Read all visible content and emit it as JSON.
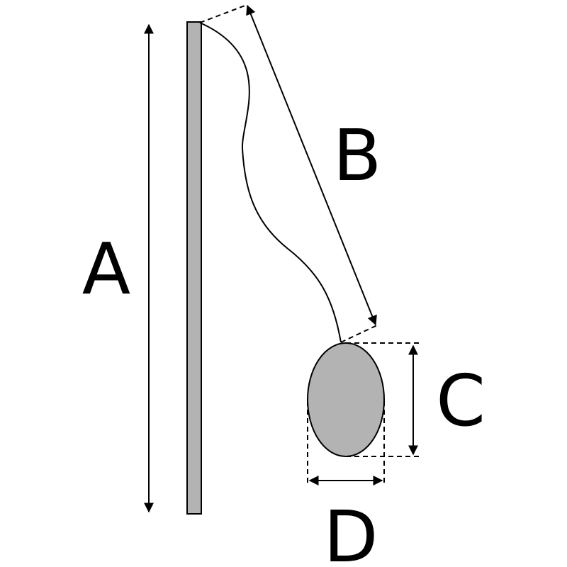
{
  "labels": {
    "a": "A",
    "b": "B",
    "c": "C",
    "d": "D"
  },
  "colors": {
    "fill": "#b3b3b3",
    "stroke": "#000000",
    "background": "#ffffff"
  }
}
